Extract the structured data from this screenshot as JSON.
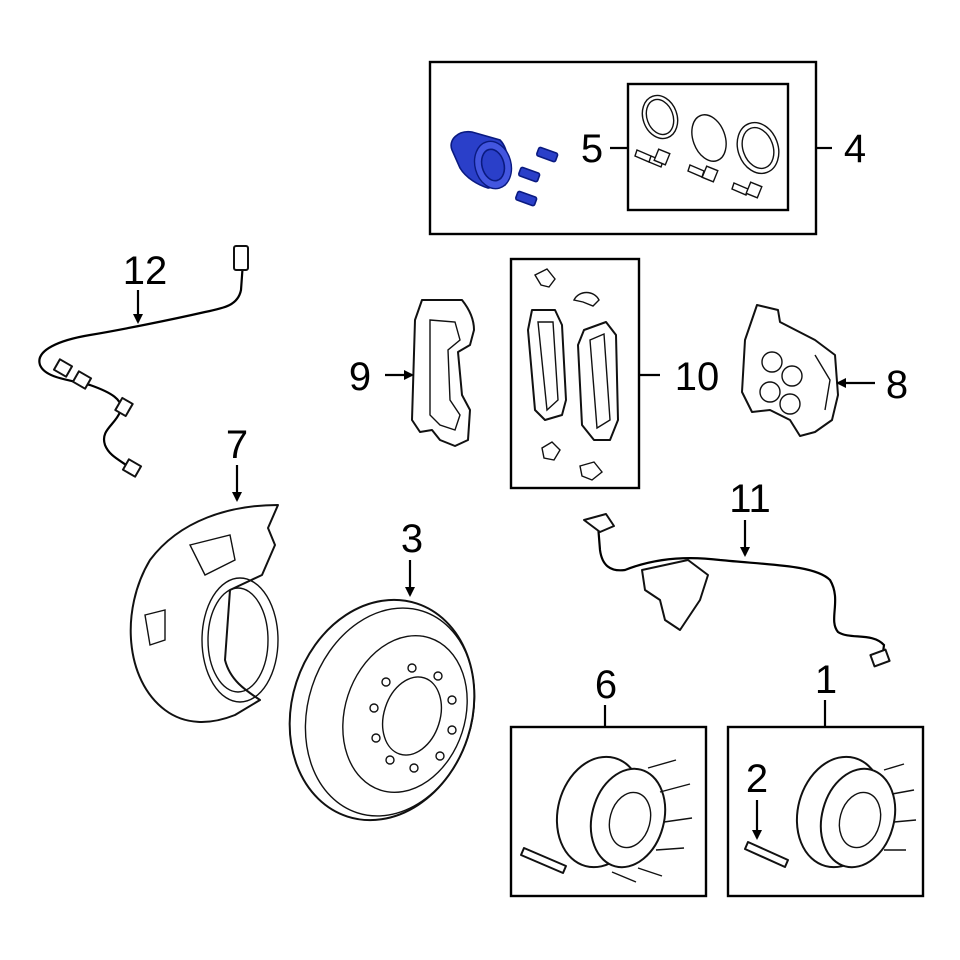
{
  "callouts": {
    "c1": "1",
    "c2": "2",
    "c3": "3",
    "c4": "4",
    "c5": "5",
    "c6": "6",
    "c7": "7",
    "c8": "8",
    "c9": "9",
    "c10": "10",
    "c11": "11",
    "c12": "12"
  },
  "colors": {
    "highlight": "#2a3fc9",
    "line": "#000000"
  },
  "highlighted_part": "5"
}
